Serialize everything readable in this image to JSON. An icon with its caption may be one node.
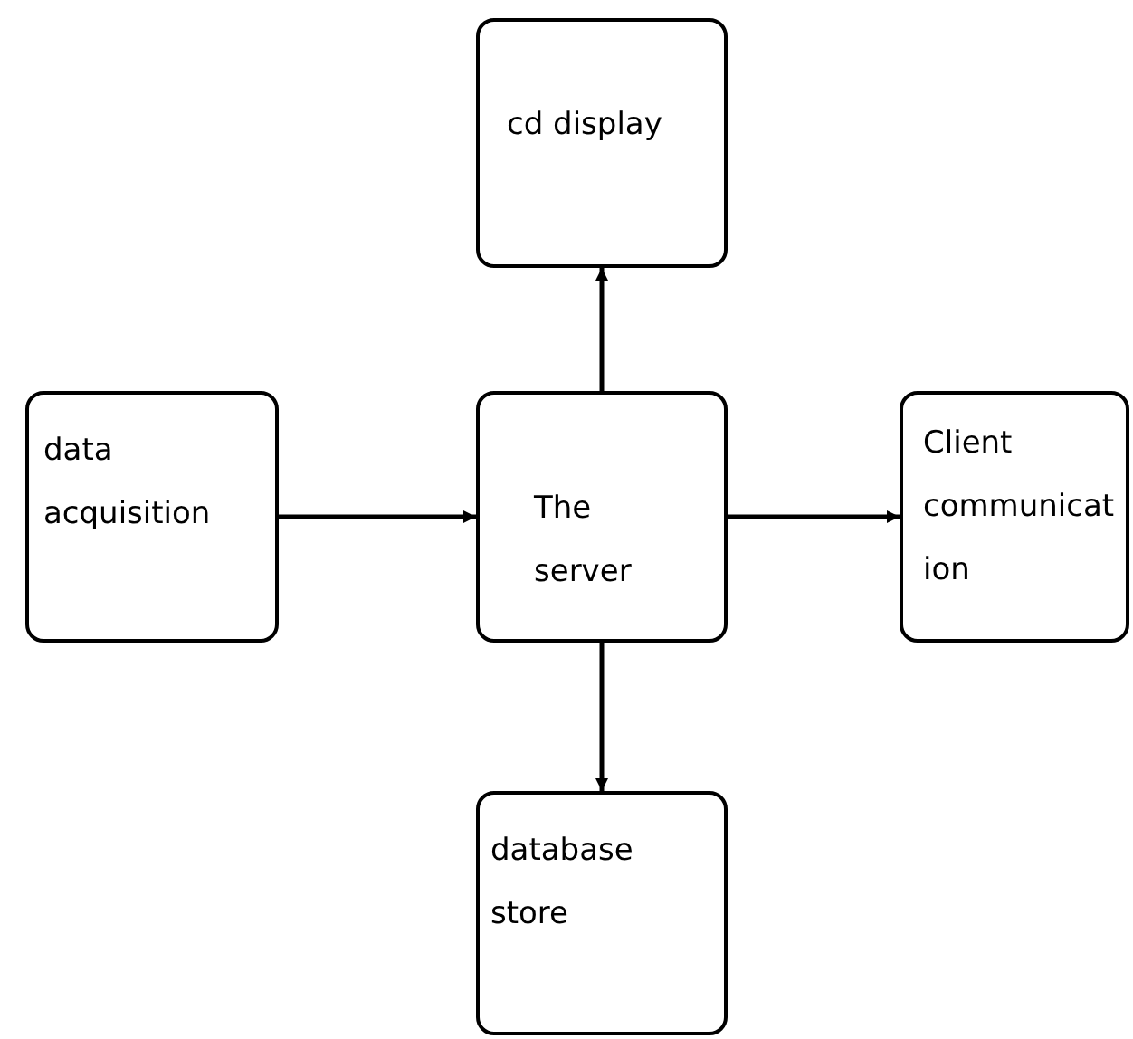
{
  "diagram": {
    "nodes": [
      {
        "text": [
          "cd display"
        ]
      },
      {
        "text": [
          "data acquisition"
        ]
      },
      {
        "text": [
          "The server"
        ]
      },
      {
        "text": [
          "Client communication"
        ]
      },
      {
        "text": [
          "database store"
        ]
      }
    ],
    "edges": [
      {
        "from": 2,
        "to": 0,
        "arrow": "to"
      },
      {
        "from": 1,
        "to": 2,
        "arrow": "to"
      },
      {
        "from": 2,
        "to": 3,
        "arrow": "to"
      },
      {
        "from": 2,
        "to": 4,
        "arrow": "to"
      }
    ]
  }
}
